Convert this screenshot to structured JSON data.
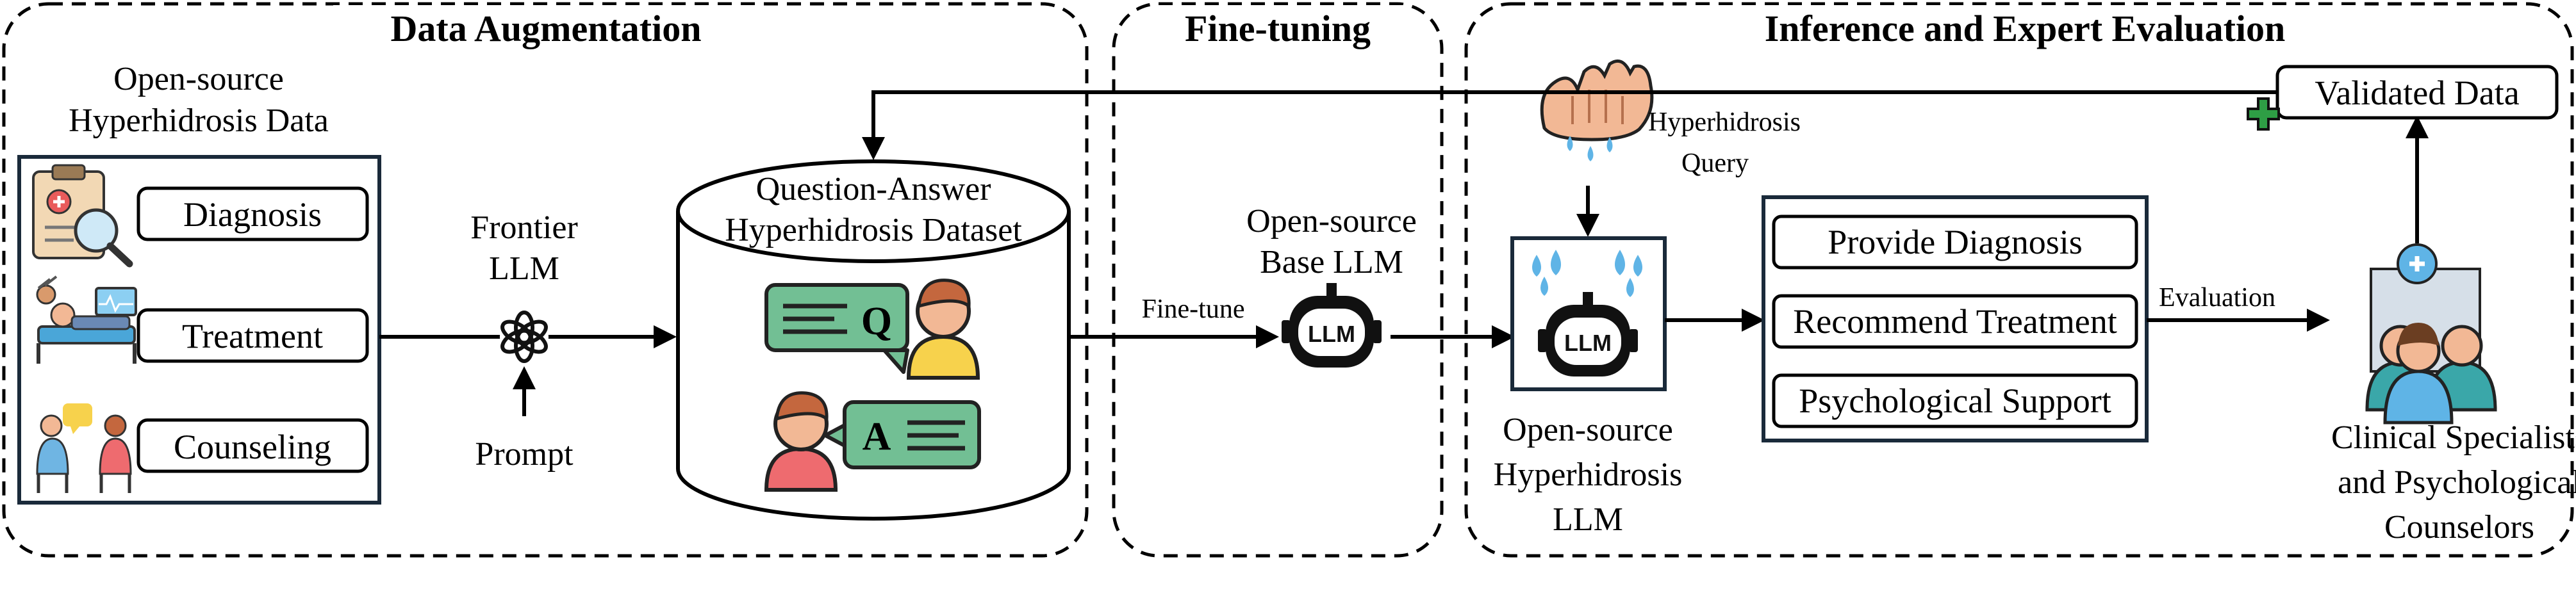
{
  "sections": {
    "augmentation": "Data Augmentation",
    "finetuning": "Fine-tuning",
    "inference": "Inference and Expert Evaluation"
  },
  "source": {
    "title_line1": "Open-source",
    "title_line2": "Hyperhidrosis Data",
    "items": [
      "Diagnosis",
      "Treatment",
      "Counseling"
    ]
  },
  "frontier": {
    "line1": "Frontier",
    "line2": "LLM",
    "prompt": "Prompt"
  },
  "dataset": {
    "line1": "Question-Answer",
    "line2": "Hyperhidrosis Dataset",
    "q_letter": "Q",
    "a_letter": "A"
  },
  "finetune_label": "Fine-tune",
  "base_llm": {
    "line1": "Open-source",
    "line2": "Base LLM",
    "badge": "LLM"
  },
  "query": {
    "line1": "Hyperhidrosis",
    "line2": "Query"
  },
  "hyper_llm": {
    "line1": "Open-source",
    "line2": "Hyperhidrosis",
    "line3": "LLM",
    "badge": "LLM"
  },
  "tasks": [
    "Provide Diagnosis",
    "Recommend Treatment",
    "Psychological Support"
  ],
  "evaluation_label": "Evaluation",
  "validated": "Validated Data",
  "experts": {
    "line1": "Clinical Specialists",
    "line2": "and Psychological",
    "line3": "Counselors"
  },
  "colors": {
    "qa_green": "#72bf94",
    "person_yellow": "#f7d24c",
    "person_red": "#ee6b6f",
    "skin": "#f2b895",
    "water_blue": "#5fb4e6",
    "plus_green": "#2e9e45",
    "expert_teal": "#3aa7a9"
  }
}
